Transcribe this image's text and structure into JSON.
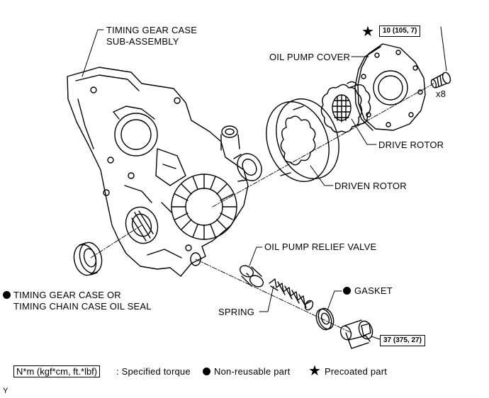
{
  "labels": {
    "timing_gear_case_line1": "TIMING GEAR CASE",
    "timing_gear_case_line2": "SUB-ASSEMBLY",
    "oil_pump_cover": "OIL PUMP COVER",
    "drive_rotor": "DRIVE ROTOR",
    "driven_rotor": "DRIVEN ROTOR",
    "oil_pump_relief_valve": "OIL PUMP RELIEF VALVE",
    "gasket": "GASKET",
    "spring": "SPRING",
    "oil_seal_line1": "TIMING GEAR CASE OR",
    "oil_seal_line2": "TIMING CHAIN CASE OIL SEAL",
    "bolt_count": "x8"
  },
  "torque": {
    "cover_bolts": "10 (105, 7)",
    "plug": "37 (375, 27)"
  },
  "legend": {
    "torque_unit": "N*m (kgf*cm, ft.*lbf)",
    "torque_text": ": Specified torque",
    "non_reusable": "Non-reusable part",
    "precoated": "Precoated part"
  },
  "corner_mark": "Y",
  "symbols": {
    "non_reusable": "filled-circle",
    "precoated": "star"
  }
}
